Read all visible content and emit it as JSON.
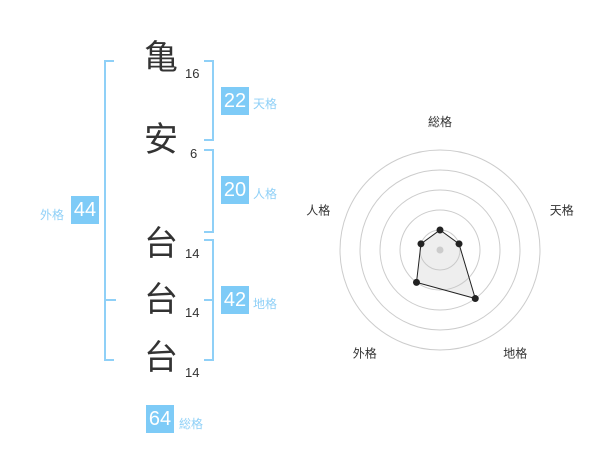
{
  "name_chars": [
    {
      "char": "亀",
      "strokes": "16"
    },
    {
      "char": "安",
      "strokes": "6"
    },
    {
      "char": "台",
      "strokes": "14"
    },
    {
      "char": "台",
      "strokes": "14"
    },
    {
      "char": "台",
      "strokes": "14"
    }
  ],
  "kaku": {
    "tenkaku": {
      "label": "天格",
      "value": "22"
    },
    "jinkaku": {
      "label": "人格",
      "value": "20"
    },
    "chikaku": {
      "label": "地格",
      "value": "42"
    },
    "gaikaku": {
      "label": "外格",
      "value": "44"
    },
    "soukaku": {
      "label": "総格",
      "value": "64"
    }
  },
  "accent": "#7ecbf7",
  "chart_data": {
    "type": "radar",
    "axes": [
      "総格",
      "天格",
      "地格",
      "外格",
      "人格"
    ],
    "values": [
      1,
      1,
      3,
      2,
      1
    ],
    "range": [
      0,
      5
    ],
    "rings": 5
  }
}
